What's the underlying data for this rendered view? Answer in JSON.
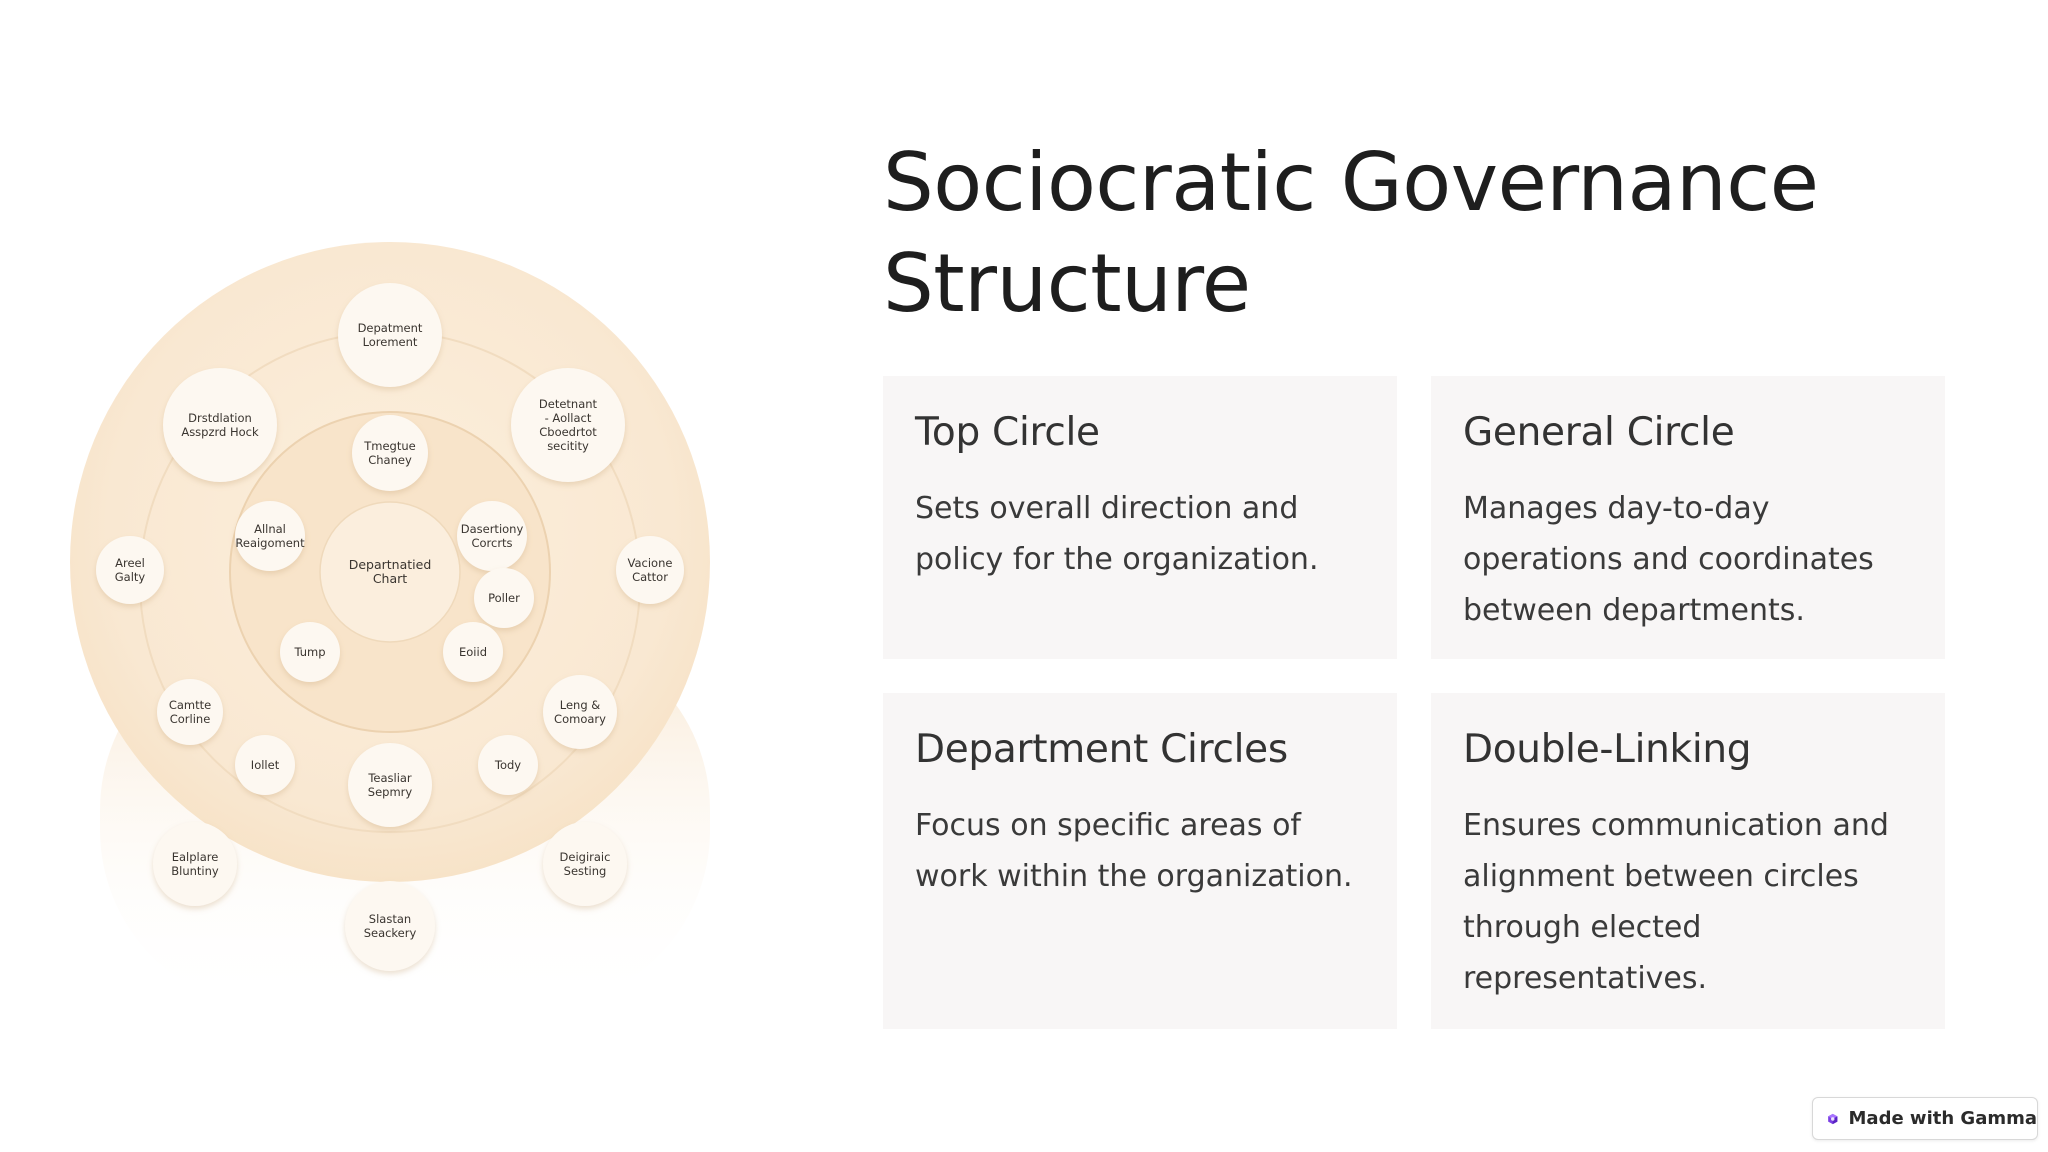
{
  "title": "Sociocratic Governance Structure",
  "diagram": {
    "center_label": [
      "Departnatied",
      "Chart"
    ],
    "nodes": [
      {
        "lines": [
          "Depatment",
          "Lorement"
        ]
      },
      {
        "lines": [
          "Drstdlation",
          "Asspzrd Hock"
        ]
      },
      {
        "lines": [
          "Detetnant",
          "- Aollact",
          "Cboedrtot",
          "secitity"
        ]
      },
      {
        "lines": [
          "Tmegtue",
          "Chaney"
        ]
      },
      {
        "lines": [
          "Allnal",
          "Reaigoment"
        ]
      },
      {
        "lines": [
          "Dasertiony",
          "Corcrts"
        ]
      },
      {
        "lines": [
          "Areel",
          "Galty"
        ]
      },
      {
        "lines": [
          "Vacione",
          "Cattor"
        ]
      },
      {
        "lines": [
          "Poller"
        ]
      },
      {
        "lines": [
          "Tump"
        ]
      },
      {
        "lines": [
          "Eoiid"
        ]
      },
      {
        "lines": [
          "Camtte",
          "Corline"
        ]
      },
      {
        "lines": [
          "Leng &",
          "Comoary"
        ]
      },
      {
        "lines": [
          "Iollet"
        ]
      },
      {
        "lines": [
          "Teasliar",
          "Sepmry"
        ]
      },
      {
        "lines": [
          "Tody"
        ]
      },
      {
        "lines": [
          "Ealplare",
          "Bluntiny"
        ]
      },
      {
        "lines": [
          "Deigiraic",
          "Sesting"
        ]
      },
      {
        "lines": [
          "Slastan",
          "Seackery"
        ]
      }
    ],
    "colors": {
      "outer_disc": "#faebd7",
      "node_fill": "#fdf8f1",
      "ring_stroke": "#f3dfc4"
    }
  },
  "cards": [
    {
      "title": "Top Circle",
      "body": "Sets overall direction and policy for the organization."
    },
    {
      "title": "General Circle",
      "body": "Manages day-to-day operations and coordinates between departments."
    },
    {
      "title": "Department Circles",
      "body": "Focus on specific areas of work within the organization."
    },
    {
      "title": "Double-Linking",
      "body": "Ensures communication and alignment between circles through elected representatives."
    }
  ],
  "badge": {
    "label": "Made with Gamma",
    "icon": "gamma-logo-icon",
    "accent": "#7b3fe4"
  }
}
